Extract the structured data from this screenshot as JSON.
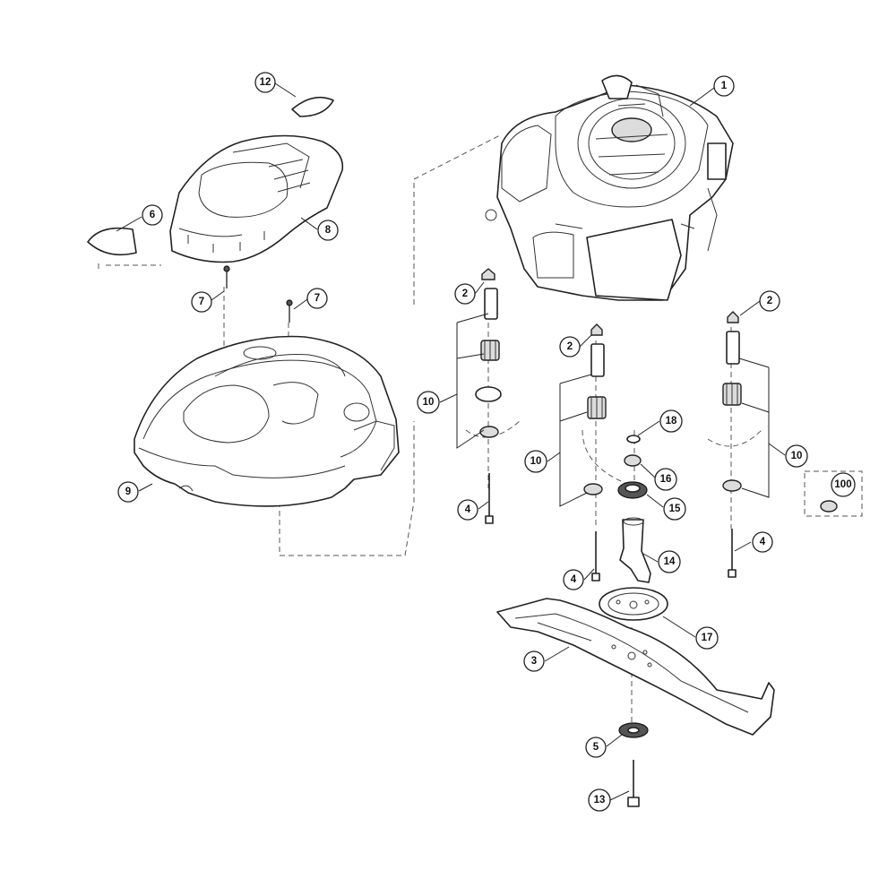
{
  "callouts": [
    {
      "label": "12"
    },
    {
      "label": "8"
    },
    {
      "label": "6"
    },
    {
      "label": "7"
    },
    {
      "label": "7"
    },
    {
      "label": "9"
    },
    {
      "label": "1"
    },
    {
      "label": "2"
    },
    {
      "label": "2"
    },
    {
      "label": "2"
    },
    {
      "label": "10"
    },
    {
      "label": "10"
    },
    {
      "label": "10"
    },
    {
      "label": "4"
    },
    {
      "label": "4"
    },
    {
      "label": "4"
    },
    {
      "label": "18"
    },
    {
      "label": "16"
    },
    {
      "label": "15"
    },
    {
      "label": "14"
    },
    {
      "label": "17"
    },
    {
      "label": "3"
    },
    {
      "label": "5"
    },
    {
      "label": "13"
    },
    {
      "label": "100"
    }
  ]
}
